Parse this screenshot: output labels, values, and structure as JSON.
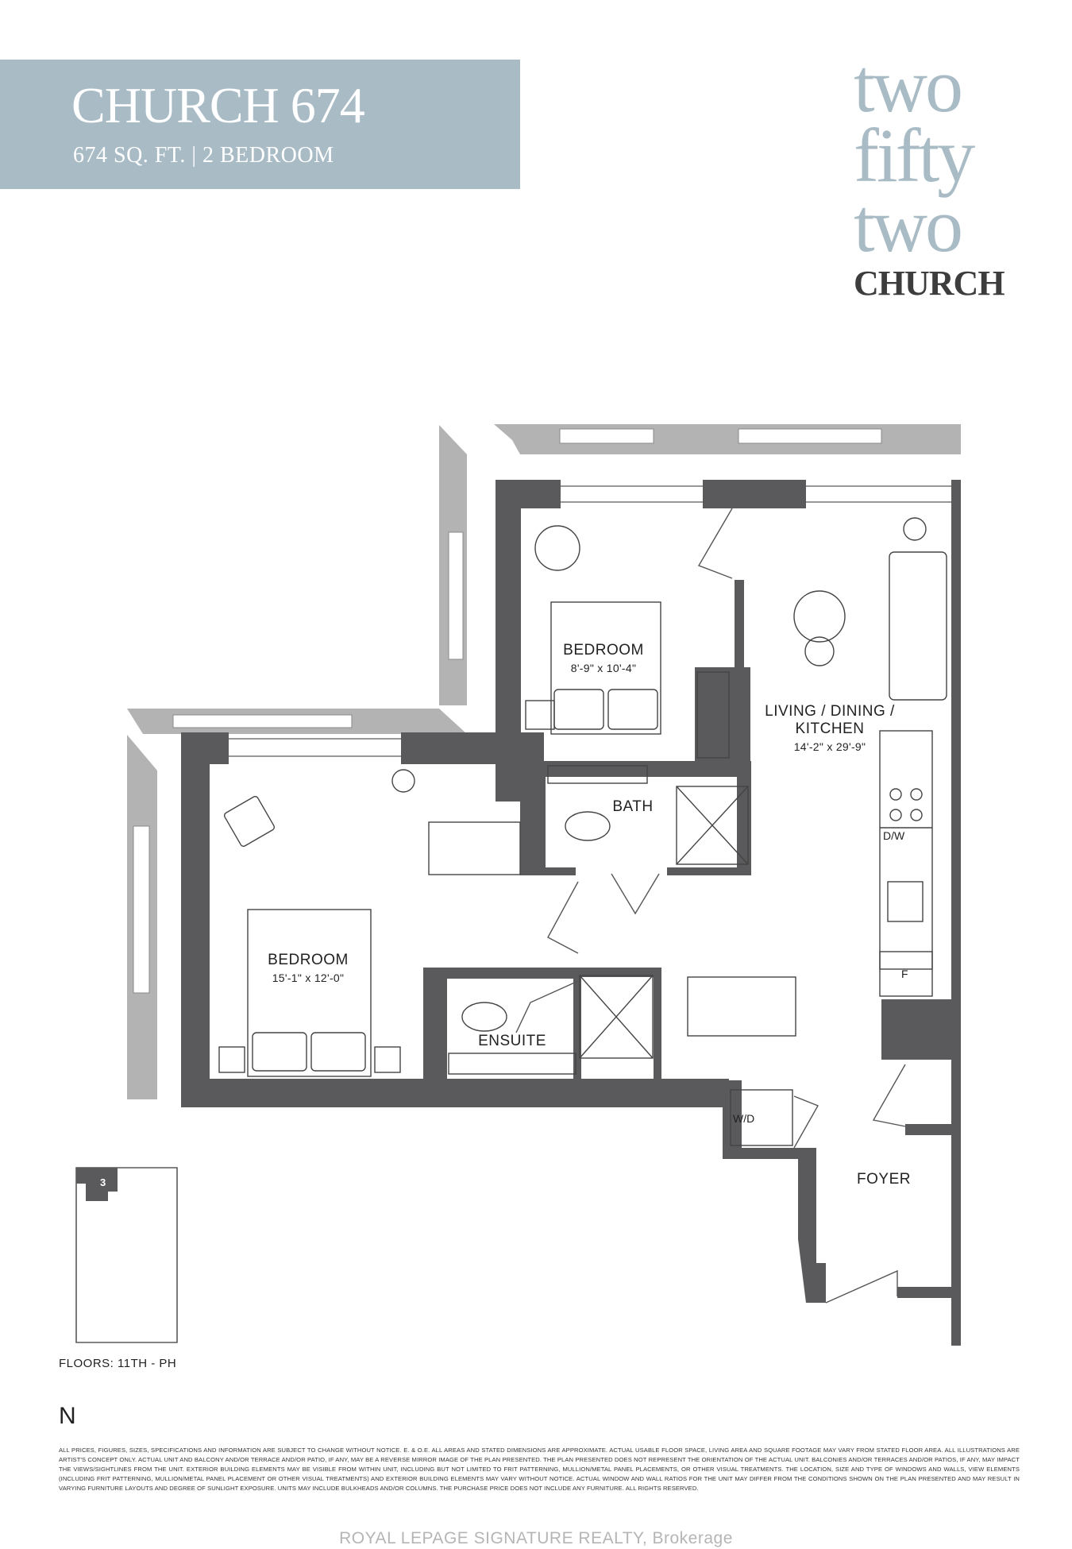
{
  "header": {
    "title": "CHURCH 674",
    "subtitle": "674 SQ. FT. | 2 BEDROOM"
  },
  "logo": {
    "line1": "two",
    "line2": "fifty",
    "line3": "two",
    "line4": "CHURCH"
  },
  "rooms": {
    "bedroom2": {
      "name": "BEDROOM",
      "dims": "8'-9\" x 10'-4\""
    },
    "living": {
      "name1": "LIVING / DINING /",
      "name2": "KITCHEN",
      "dims": "14'-2\" x 29'-9\""
    },
    "bath": {
      "name": "BATH"
    },
    "bedroom1": {
      "name": "BEDROOM",
      "dims": "15'-1\" x 12'-0\""
    },
    "ensuite": {
      "name": "ENSUITE"
    },
    "foyer": {
      "name": "FOYER"
    }
  },
  "fixtures": {
    "dishwasher": "D/W",
    "fridge": "F",
    "washer_dryer": "W/D"
  },
  "keyplan": {
    "unit_number": "3"
  },
  "floors": "FLOORS: 11TH - PH",
  "north": "N",
  "disclaimer": "ALL PRICES, FIGURES, SIZES, SPECIFICATIONS AND INFORMATION ARE SUBJECT TO CHANGE WITHOUT NOTICE. E. & O.E. ALL AREAS AND STATED DIMENSIONS ARE APPROXIMATE. ACTUAL USABLE FLOOR SPACE, LIVING AREA AND SQUARE FOOTAGE MAY VARY FROM STATED FLOOR AREA. ALL ILLUSTRATIONS ARE ARTIST'S CONCEPT ONLY. ACTUAL UNIT AND BALCONY AND/OR TERRACE AND/OR PATIO, IF ANY, MAY BE A REVERSE MIRROR IMAGE OF THE PLAN PRESENTED. THE PLAN PRESENTED DOES NOT REPRESENT THE ORIENTATION OF THE ACTUAL UNIT. BALCONIES AND/OR TERRACES AND/OR PATIOS, IF ANY, MAY IMPACT THE VIEWS/SIGHTLINES FROM THE UNIT. EXTERIOR BUILDING ELEMENTS MAY BE VISIBLE FROM WITHIN UNIT, INCLUDING BUT NOT LIMITED TO FRIT PATTERNING, MULLION/METAL PANEL PLACEMENTS, OR OTHER VISUAL TREATMENTS. THE LOCATION, SIZE AND TYPE OF WINDOWS AND WALLS, VIEW ELEMENTS (INCLUDING FRIT PATTERNING, MULLION/METAL PANEL PLACEMENT OR OTHER VISUAL TREATMENTS) AND EXTERIOR BUILDING ELEMENTS MAY VARY WITHOUT NOTICE. ACTUAL WINDOW AND WALL RATIOS FOR THE UNIT MAY DIFFER FROM THE CONDITIONS SHOWN ON THE PLAN PRESENTED AND MAY RESULT IN VARYING FURNITURE LAYOUTS AND DEGREE OF SUNLIGHT EXPOSURE. UNITS MAY INCLUDE BULKHEADS AND/OR COLUMNS. THE PURCHASE PRICE DOES NOT INCLUDE ANY FURNITURE. ALL RIGHTS RESERVED.",
  "watermark": "ROYAL LEPAGE SIGNATURE REALTY, Brokerage",
  "colors": {
    "accent": "#a9bcc6",
    "wall": "#5a5a5c",
    "balcony": "#b3b3b3"
  }
}
